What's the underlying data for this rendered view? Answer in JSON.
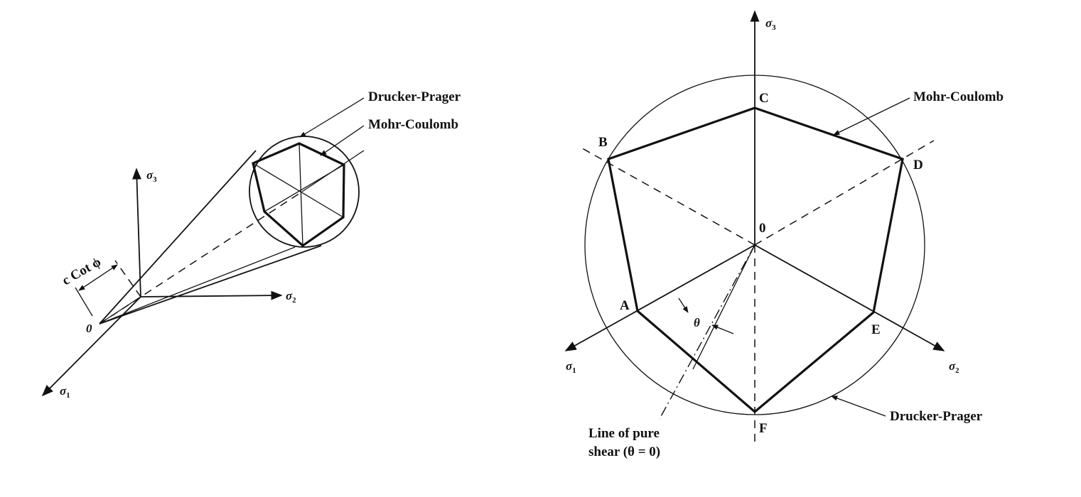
{
  "left_figure": {
    "labels": {
      "drucker_prager": "Drucker-Prager",
      "mohr_coulomb": "Mohr-Coulomb",
      "sigma3": "σ",
      "sigma3_sub": "3",
      "sigma2": "σ",
      "sigma2_sub": "2",
      "sigma1": "σ",
      "sigma1_sub": "1",
      "origin": "0",
      "c_cot_phi": "c Cot ϕ"
    }
  },
  "right_figure": {
    "labels": {
      "sigma3": "σ",
      "sigma3_sub": "3",
      "sigma2": "σ",
      "sigma2_sub": "2",
      "sigma1": "σ",
      "sigma1_sub": "1",
      "origin": "0",
      "mohr_coulomb": "Mohr-Coulomb",
      "drucker_prager": "Drucker-Prager",
      "theta": "θ",
      "pure_shear_line1": "Line of pure",
      "pure_shear_line2": "shear (θ = 0)"
    },
    "points": [
      "A",
      "B",
      "C",
      "D",
      "E",
      "F"
    ]
  }
}
